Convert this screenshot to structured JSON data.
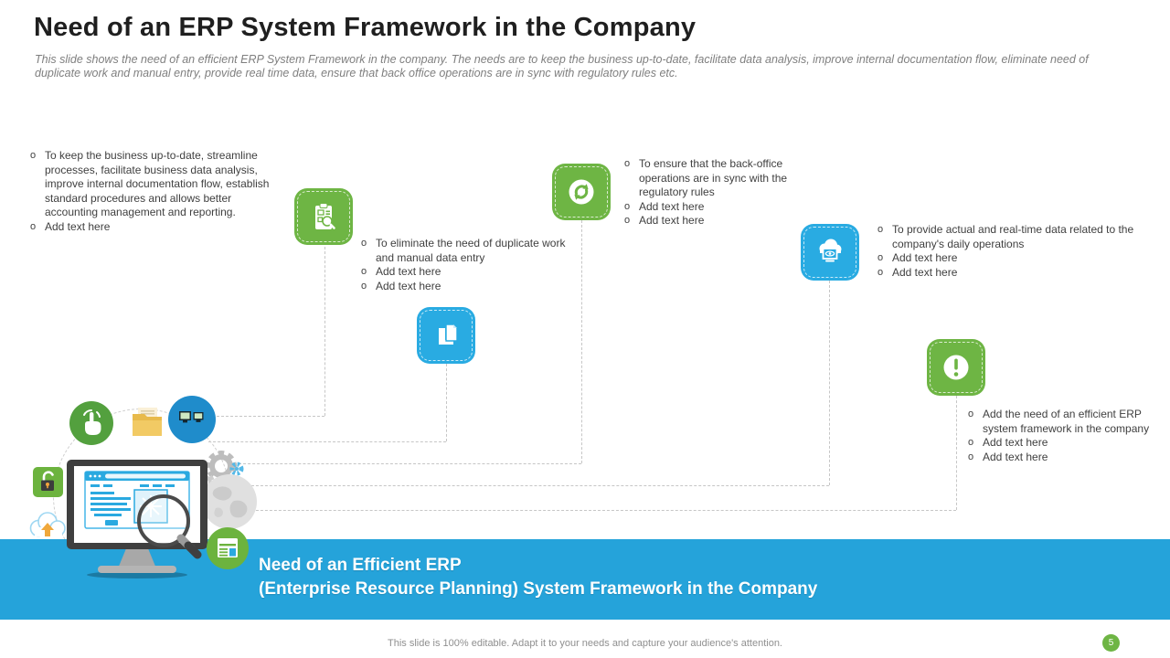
{
  "colors": {
    "green": "#6eb544",
    "blue": "#29abe2",
    "band_blue": "#25a3da",
    "title_text": "#1f1f1f",
    "subtitle_text": "#7f7f7f",
    "body_text": "#3f3f3f",
    "connector": "#c6c6c6"
  },
  "bullet_char": "o",
  "header": {
    "title": "Need of an ERP System Framework in the Company",
    "subtitle": "This slide shows the need of an efficient ERP System Framework in the company. The needs are to keep the business up-to-date, facilitate data analysis, improve internal documentation flow, eliminate need of duplicate work and manual entry, provide real time data, ensure that back office operations are in sync with regulatory rules etc."
  },
  "needs": [
    {
      "icon": "clipboard-audit-icon",
      "color": "green",
      "bullets": [
        "To keep the business up-to-date, streamline processes, facilitate business data analysis, improve internal documentation flow, establish standard procedures and allows better accounting management and reporting.",
        "Add text here"
      ]
    },
    {
      "icon": "copy-documents-icon",
      "color": "blue",
      "bullets": [
        "To eliminate the need of duplicate work and manual data entry",
        "Add text here",
        "Add text here"
      ]
    },
    {
      "icon": "sync-arrows-icon",
      "color": "green",
      "bullets": [
        "To ensure that the back-office operations are in sync with the regulatory rules",
        "Add text here",
        "Add text here"
      ]
    },
    {
      "icon": "cloud-monitor-icon",
      "color": "blue",
      "bullets": [
        "To provide actual and real-time data related to the company's daily operations",
        "Add text here",
        "Add text here"
      ]
    },
    {
      "icon": "exclamation-icon",
      "color": "green",
      "bullets": [
        "Add the need of an efficient ERP system framework in the company",
        "Add text here",
        "Add text here"
      ]
    }
  ],
  "banner": {
    "line1": "Need of an Efficient ERP",
    "line2": "(Enterprise Resource Planning) System Framework in the Company"
  },
  "footer": {
    "note": "This slide is 100% editable. Adapt it to your needs and capture your audience's attention.",
    "page_number": "5"
  }
}
